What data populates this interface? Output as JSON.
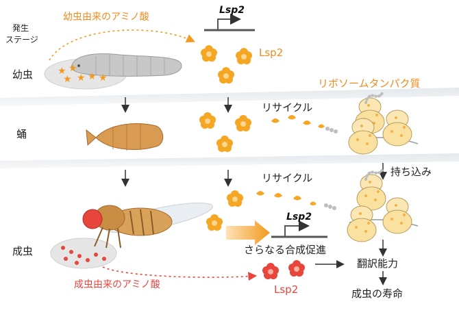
{
  "header": {
    "stage_title_line1": "発生",
    "stage_title_line2": "ステージ"
  },
  "stages": {
    "larva": "幼虫",
    "pupa": "蛹",
    "adult": "成虫"
  },
  "larva_row": {
    "amino_acids_label": "幼虫由来のアミノ酸",
    "gene_label": "Lsp2",
    "protein_label": "Lsp2",
    "ribosome_label": "リボソームタンパク質"
  },
  "pupa_row": {
    "recycle_label": "リサイクル"
  },
  "adult_row": {
    "recycle_label": "リサイクル",
    "carry_in_label": "持ち込み",
    "gene_label": "Lsp2",
    "synthesis_label": "さらなる合成促進",
    "protein_label": "Lsp2",
    "amino_acids_label": "成虫由来のアミノ酸",
    "translation_label": "翻訳能力",
    "lifespan_label": "成虫の寿命"
  },
  "colors": {
    "orange": "#f39a1e",
    "orange_text": "#f08a1c",
    "red": "#e8453c",
    "gray": "#7a7a7a",
    "band": "#e9ecef"
  }
}
